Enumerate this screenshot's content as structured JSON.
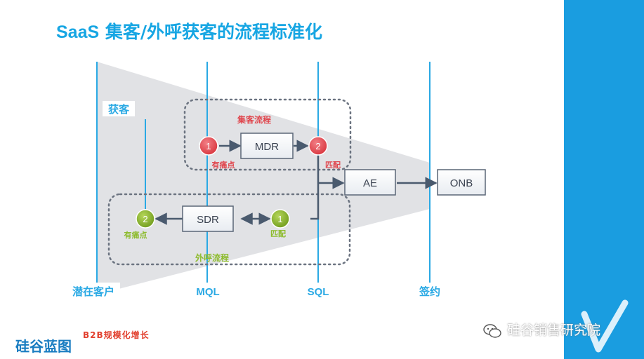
{
  "title": {
    "latin": "SaaS",
    "rest": " 集客/外呼获客的流程标准化"
  },
  "colors": {
    "accent": "#17a6e3",
    "red_node": "#e0464d",
    "green_node": "#8dbb2c",
    "side_band": "#1a9de0"
  },
  "stages": {
    "prospect": "潜在客户",
    "mql": "MQL",
    "sql": "SQL",
    "sign": "签约"
  },
  "label_acquire": "获客",
  "inbound": {
    "name": "集客流程",
    "step1": "1",
    "step1_label": "有痛点",
    "box": "MDR",
    "step2": "2",
    "step2_label": "匹配"
  },
  "outbound": {
    "name": "外呼流程",
    "step1": "1",
    "step1_label": "匹配",
    "box": "SDR",
    "step2": "2",
    "step2_label": "有痛点"
  },
  "boxes": {
    "ae": "AE",
    "onb": "ONB"
  },
  "footer": {
    "brand": "硅谷蓝图",
    "brand_sub": "B2B规模化增长",
    "watermark": "硅谷销售研究院"
  },
  "icons": {
    "watermark": "wechat-icon"
  }
}
